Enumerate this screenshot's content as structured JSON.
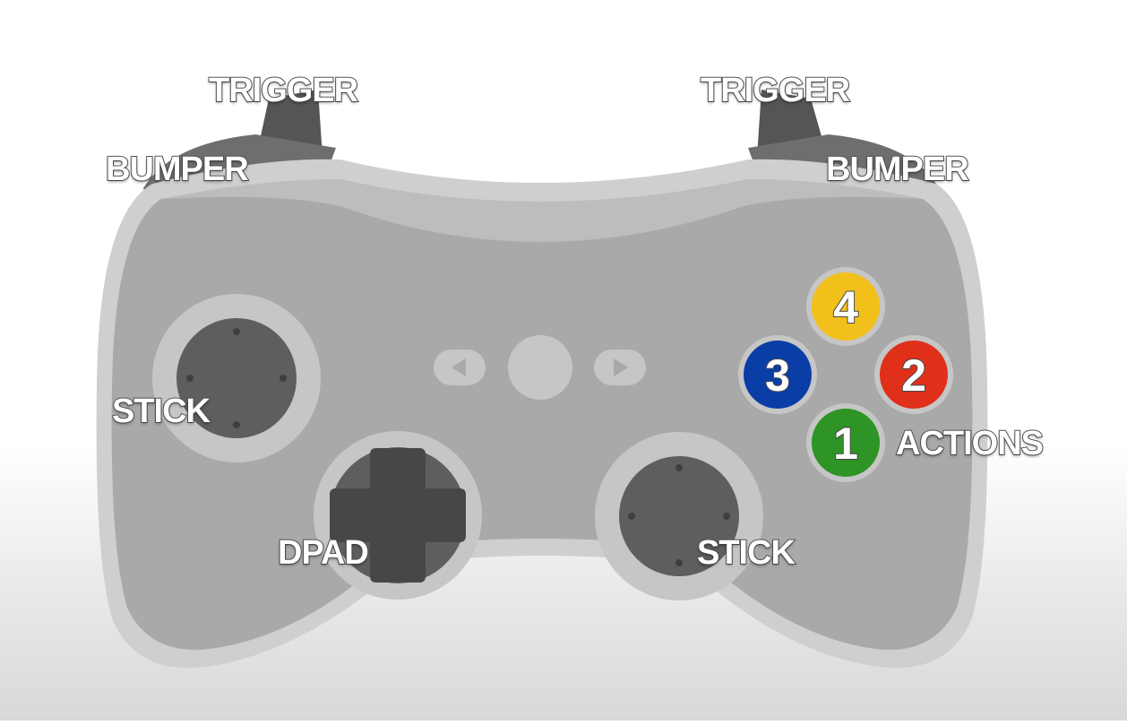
{
  "labels": {
    "trigger_left": "TRIGGER",
    "trigger_right": "TRIGGER",
    "bumper_left": "BUMPER",
    "bumper_right": "BUMPER",
    "stick_left": "STICK",
    "stick_right": "STICK",
    "dpad": "DPAD",
    "actions": "ACTIONS"
  },
  "action_buttons": [
    {
      "number": "1",
      "color": "#2e9425"
    },
    {
      "number": "2",
      "color": "#e0301a"
    },
    {
      "number": "3",
      "color": "#0a3ea6"
    },
    {
      "number": "4",
      "color": "#f2c01a"
    }
  ],
  "colors": {
    "body": "#a8a8a8",
    "body_outline": "#c9c9c9",
    "inner_dark": "#5a5a5a",
    "ring": "#c4c4c4"
  }
}
